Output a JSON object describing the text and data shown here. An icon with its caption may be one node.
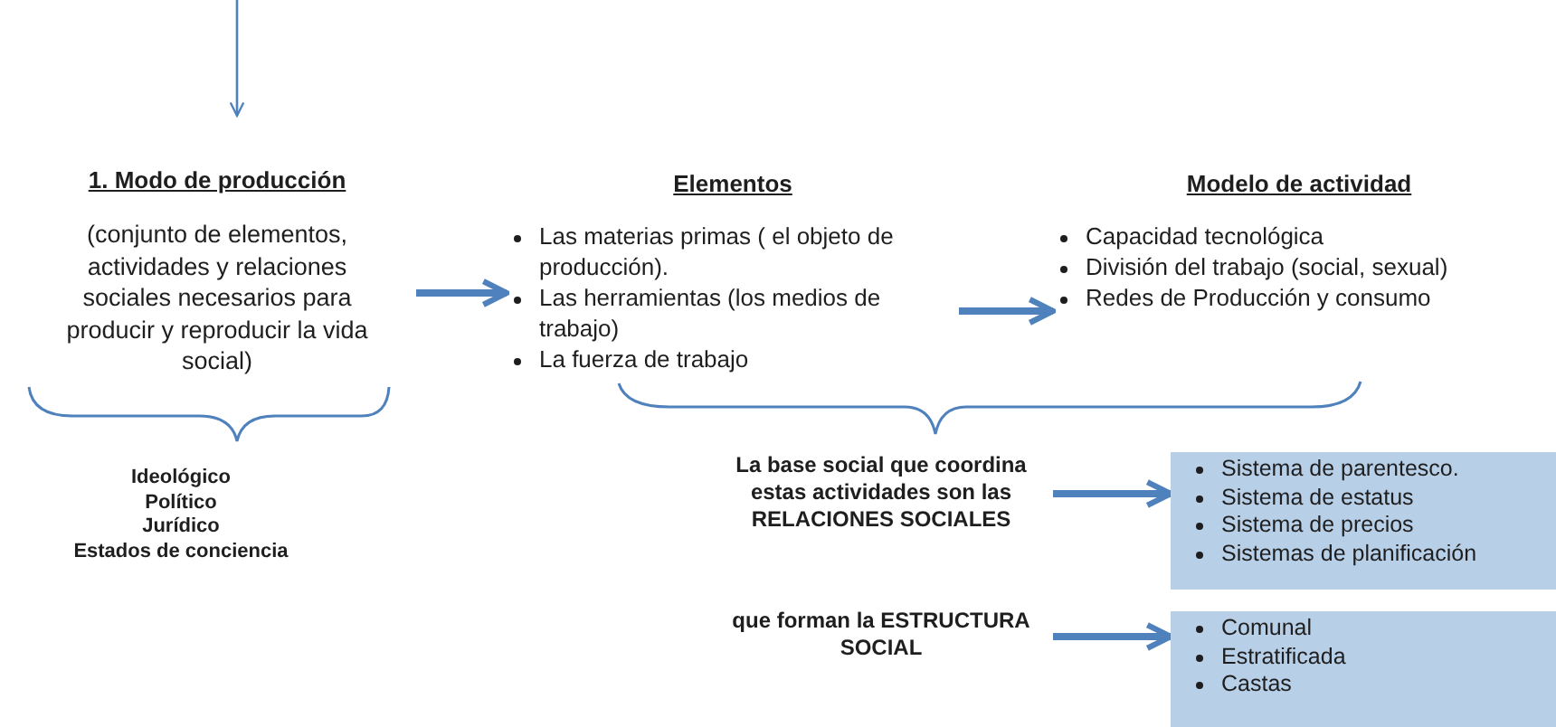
{
  "diagram": {
    "nodes": [
      {
        "text": [
          "1. Modo de producción",
          "(conjunto de elementos, actividades y relaciones sociales necesarios para producir y reproducir la vida social)"
        ]
      },
      {
        "text": [
          "Elementos",
          "Las materias primas ( el objeto de producción).",
          "Las herramientas (los medios de trabajo)",
          "La fuerza de trabajo"
        ]
      },
      {
        "text": [
          "Modelo de actividad",
          "Capacidad tecnológica",
          "División del trabajo (social, sexual)",
          "Redes de Producción y consumo"
        ]
      },
      {
        "text": [
          "La base social que coordina estas actividades son las RELACIONES SOCIALES"
        ]
      },
      {
        "text": [
          "Sistema  de parentesco.",
          "Sistema de estatus",
          "Sistema de precios",
          "Sistemas de planificación"
        ]
      },
      {
        "text": [
          "que forman la ESTRUCTURA SOCIAL"
        ]
      },
      {
        "text": [
          "Comunal",
          "Estratificada",
          "Castas"
        ]
      }
    ],
    "edges": [
      {
        "from": null,
        "to": 0,
        "arrow": "to"
      },
      {
        "from": 0,
        "to": 1,
        "arrow": "to"
      },
      {
        "from": 1,
        "to": 2,
        "arrow": "to"
      },
      {
        "from": 3,
        "to": 4,
        "arrow": "to"
      },
      {
        "from": 5,
        "to": 6,
        "arrow": "to"
      }
    ],
    "labels": [
      "Ideológico",
      "Político",
      "Jurídico",
      "Estados de conciencia"
    ]
  }
}
